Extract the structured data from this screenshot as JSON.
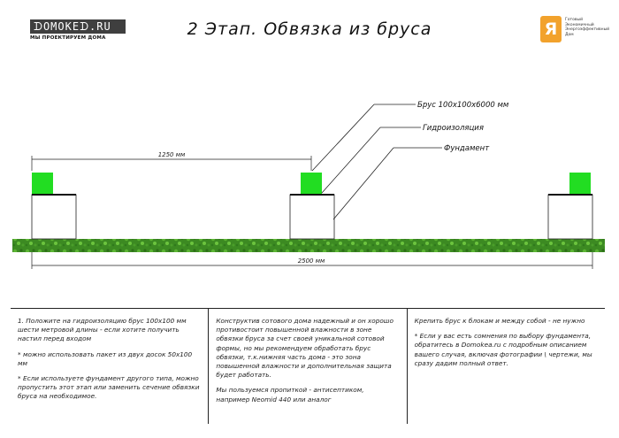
{
  "header": {
    "logo_left": "ᗪОМОКЕᗪ.RU",
    "logo_left_tagline": "МЫ ПРОЕКТИРУЕМ ДОМА",
    "title": "2 Этап. Обвязка из бруса",
    "brand_letter": "Я",
    "brand_text": "Готовый Экономичный Энергоэффективный Дом"
  },
  "diagram": {
    "labels": {
      "beam": "Брус 100х100х6000 мм",
      "waterproofing": "Гидроизоляция",
      "foundation": "Фундамент",
      "dim_top": "1250 мм",
      "dim_bottom": "2500 мм"
    },
    "colors": {
      "beam": "#22dd22",
      "ground": "#3c8a22",
      "line": "#222222"
    }
  },
  "panels": {
    "left": [
      "1. Положите на гидроизоляцию брус 100х100 мм шести метровой длины - если хотите получить настил перед входом",
      "* можно использовать пакет из двух досок 50х100 мм",
      "* Если используете фундамент другого типа, можно пропустить этот этап или заменить сечение обвязки бруса на необходимое."
    ],
    "middle": [
      "Конструктив сотового дома надежный и он хорошо противостоит повышенной влажности в зоне обвязки бруса за счет своей уникальной сотовой формы, но мы рекомендуем обработать брус обвязки, т.к.нижняя часть дома - это зона повышенной влажности и дополнительная защита будет работать.",
      "Мы пользуемся пропиткой - антисептиком, например Neomid 440 или аналог"
    ],
    "right": [
      "Крепить брус к блокам и между собой - не нужно",
      "* Если у вас есть сомнения по выбору фундамента, обратитесь в Domokea.ru с подробным описанием вашего случая, включая фотографии \\ чертежи, мы сразу дадим полный ответ."
    ]
  }
}
